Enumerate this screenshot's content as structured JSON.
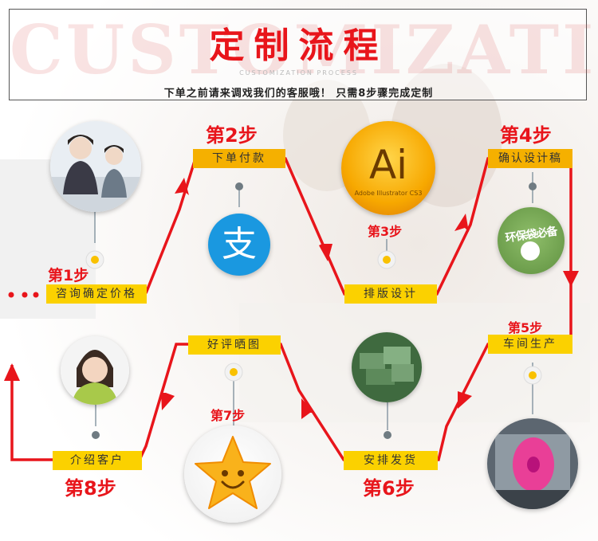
{
  "header": {
    "watermark": "CUSTOMIZATION",
    "title": "定制流程",
    "subtitle_en": "CUSTOMIZATION PROCESS",
    "description": "下单之前请来调戏我们的客服哦！ 只需8步骤完成定制"
  },
  "steps": [
    {
      "step": "第1步",
      "label": "咨询确定价格"
    },
    {
      "step": "第2步",
      "label": "下单付款"
    },
    {
      "step": "第3步",
      "label": "排版设计",
      "icon_text": "Ai",
      "icon_caption": "Adobe Illustrator CS3"
    },
    {
      "step": "第4步",
      "label": "确认设计稿",
      "icon_text": "环保袋必备"
    },
    {
      "step": "第5步",
      "label": "车间生产"
    },
    {
      "step": "第6步",
      "label": "安排发货"
    },
    {
      "step": "第7步",
      "label": "好评晒图"
    },
    {
      "step": "第8步",
      "label": "介绍客户"
    }
  ],
  "colors": {
    "accent_red": "#e8151b",
    "label_yellow": "#f5b000",
    "alipay_blue": "#1a98e0"
  },
  "icons": {
    "alipay_glyph": "支"
  }
}
